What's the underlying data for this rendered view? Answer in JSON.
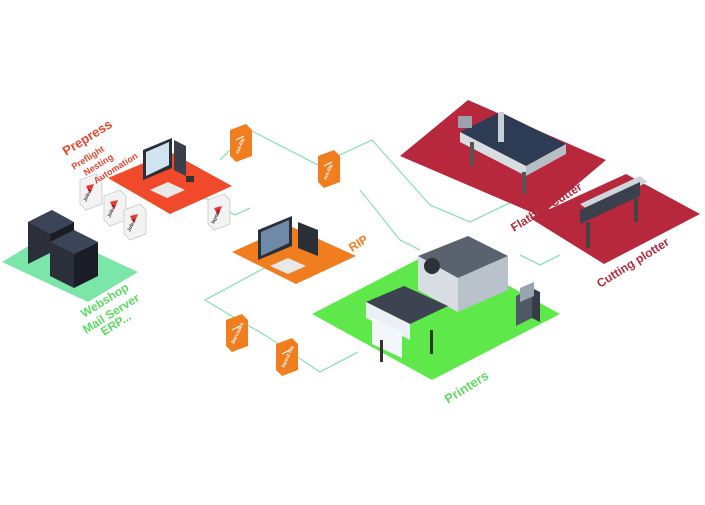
{
  "colors": {
    "prepress_platform": "#f04a2a",
    "rip_platform": "#f07d1e",
    "printers_platform": "#5ee84a",
    "cutter_platform": "#b8283d",
    "server_platform": "#7ce5a8",
    "connector": "#8fe3b0",
    "file_icon": "#f07d1e"
  },
  "labels": {
    "prepress_title": "Prepress",
    "prepress_sub1": "Preflight",
    "prepress_sub2": "Nesting",
    "prepress_sub3": "Automation",
    "rip": "RIP",
    "server_1": "Webshop",
    "server_2": "Mail Server",
    "server_3": "ERP...",
    "printers": "Printers",
    "flatbed": "Flatbed Cutter",
    "plotter": "Cutting plotter"
  },
  "files": {
    "job1": "Job-1",
    "job2": "Job-2",
    "job3": "Job-3",
    "layout": "layout",
    "cut_file_1": "cut-file",
    "cut_file_2": "cut-file",
    "barcodes": "Barcodes",
    "layout_file": "layout file"
  }
}
